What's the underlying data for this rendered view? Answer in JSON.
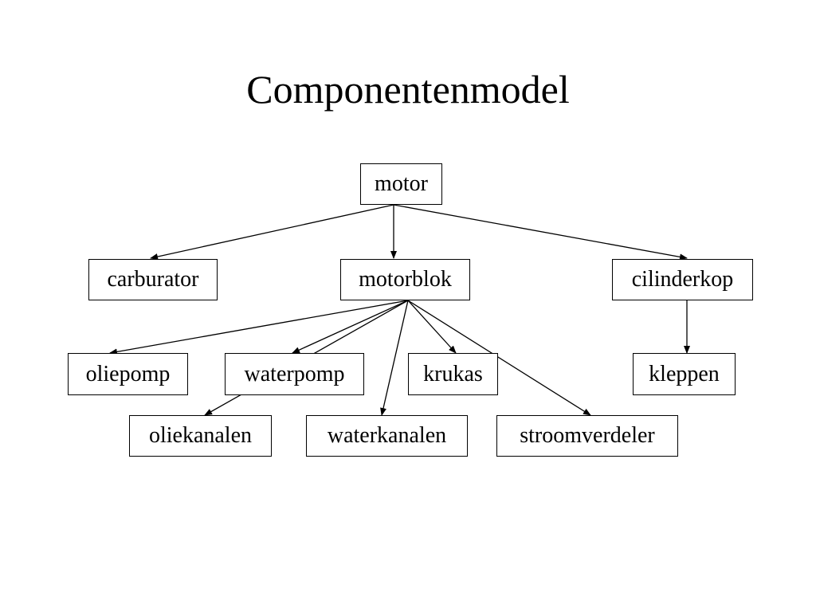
{
  "title": "Componentenmodel",
  "nodes": {
    "motor": "motor",
    "carburator": "carburator",
    "motorblok": "motorblok",
    "cilinderkop": "cilinderkop",
    "oliepomp": "oliepomp",
    "waterpomp": "waterpomp",
    "krukas": "krukas",
    "kleppen": "kleppen",
    "oliekanalen": "oliekanalen",
    "waterkanalen": "waterkanalen",
    "stroomverdeler": "stroomverdeler"
  },
  "edges": [
    {
      "from": "motor",
      "to": "carburator"
    },
    {
      "from": "motor",
      "to": "motorblok"
    },
    {
      "from": "motor",
      "to": "cilinderkop"
    },
    {
      "from": "motorblok",
      "to": "oliepomp"
    },
    {
      "from": "motorblok",
      "to": "waterpomp"
    },
    {
      "from": "motorblok",
      "to": "oliekanalen"
    },
    {
      "from": "motorblok",
      "to": "waterkanalen"
    },
    {
      "from": "motorblok",
      "to": "krukas"
    },
    {
      "from": "motorblok",
      "to": "stroomverdeler"
    },
    {
      "from": "cilinderkop",
      "to": "kleppen"
    }
  ],
  "colors": {
    "line": "#000000",
    "box_border": "#000000",
    "background": "#ffffff"
  }
}
